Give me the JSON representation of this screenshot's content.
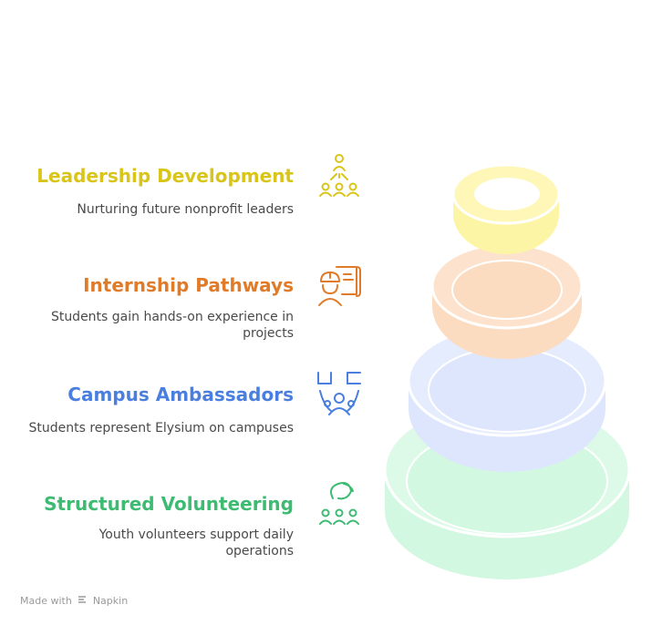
{
  "items": [
    {
      "title": "Leadership Development",
      "description": [
        "Nurturing future nonprofit leaders"
      ],
      "color": "#d9c51a",
      "icon": "hierarchy-people-icon"
    },
    {
      "title": "Internship Pathways",
      "description": [
        "Students gain hands-on experience in",
        "projects"
      ],
      "color": "#e07b2a",
      "icon": "worker-blueprint-icon"
    },
    {
      "title": "Campus Ambassadors",
      "description": [
        "Students represent Elysium on campuses"
      ],
      "color": "#4a7fe0",
      "icon": "group-presenting-icon"
    },
    {
      "title": "Structured Volunteering",
      "description": [
        "Youth volunteers support daily",
        "operations"
      ],
      "color": "#3dbb72",
      "icon": "volunteer-hands-icon"
    }
  ],
  "ring_colors": {
    "yellow": "#fdf5a6",
    "orange": "#fcdcc1",
    "blue": "#dde6fd",
    "green": "#d3f8e1"
  },
  "footer": {
    "made_with": "Made with",
    "brand": "Napkin"
  }
}
